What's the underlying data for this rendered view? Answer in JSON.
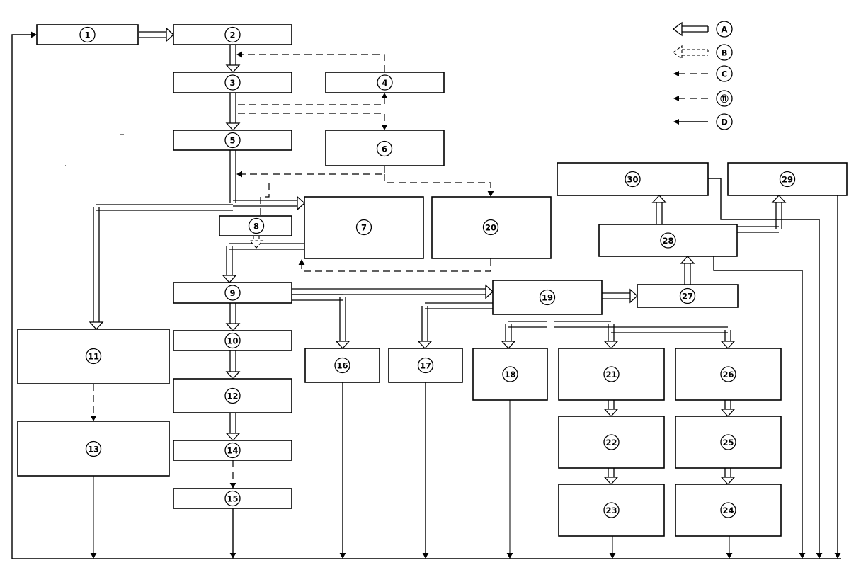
{
  "legend": [
    {
      "style": "hollow-arrow",
      "label": "A"
    },
    {
      "style": "hollow-dashed-arrow",
      "label": "B"
    },
    {
      "style": "dash-dot-arrow",
      "label": "C"
    },
    {
      "style": "dashed-arrow",
      "label": "⑪"
    },
    {
      "style": "solid-arrow",
      "label": "D"
    }
  ],
  "nodes": [
    {
      "id": "1",
      "label": "1"
    },
    {
      "id": "2",
      "label": "2"
    },
    {
      "id": "3",
      "label": "3"
    },
    {
      "id": "4",
      "label": "4"
    },
    {
      "id": "5",
      "label": "5"
    },
    {
      "id": "6",
      "label": "6"
    },
    {
      "id": "7",
      "label": "7"
    },
    {
      "id": "8",
      "label": "8"
    },
    {
      "id": "9",
      "label": "9"
    },
    {
      "id": "10",
      "label": "10"
    },
    {
      "id": "11",
      "label": "11"
    },
    {
      "id": "12",
      "label": "12"
    },
    {
      "id": "13",
      "label": "13"
    },
    {
      "id": "14",
      "label": "14"
    },
    {
      "id": "15",
      "label": "15"
    },
    {
      "id": "16",
      "label": "16"
    },
    {
      "id": "17",
      "label": "17"
    },
    {
      "id": "18",
      "label": "18"
    },
    {
      "id": "19",
      "label": "19"
    },
    {
      "id": "20",
      "label": "20"
    },
    {
      "id": "21",
      "label": "21"
    },
    {
      "id": "22",
      "label": "22"
    },
    {
      "id": "23",
      "label": "23"
    },
    {
      "id": "24",
      "label": "24"
    },
    {
      "id": "25",
      "label": "25"
    },
    {
      "id": "26",
      "label": "26"
    },
    {
      "id": "27",
      "label": "27"
    },
    {
      "id": "28",
      "label": "28"
    },
    {
      "id": "29",
      "label": "29"
    },
    {
      "id": "30",
      "label": "30"
    }
  ],
  "edges": [
    {
      "from": "1",
      "to": "2",
      "style": "A"
    },
    {
      "from": "2",
      "to": "3",
      "style": "A"
    },
    {
      "from": "4",
      "to": "2",
      "style": "C"
    },
    {
      "from": "3",
      "to": "5",
      "style": "A"
    },
    {
      "from": "3",
      "to": "4",
      "style": "C"
    },
    {
      "from": "3",
      "to": "6",
      "style": "C"
    },
    {
      "from": "5",
      "to": "7",
      "style": "A"
    },
    {
      "from": "5",
      "to": "11",
      "style": "A"
    },
    {
      "from": "6",
      "to": "5",
      "style": "C"
    },
    {
      "from": "6",
      "to": "20",
      "style": "C"
    },
    {
      "from": "8",
      "to": "9",
      "style": "B"
    },
    {
      "from": "7",
      "to": "9",
      "style": "A"
    },
    {
      "from": "20",
      "to": "7",
      "style": "C"
    },
    {
      "from": "9",
      "to": "10",
      "style": "A"
    },
    {
      "from": "9",
      "to": "19",
      "style": "A"
    },
    {
      "from": "9",
      "to": "16",
      "style": "A"
    },
    {
      "from": "19",
      "to": "17",
      "style": "A"
    },
    {
      "from": "19",
      "to": "27",
      "style": "A"
    },
    {
      "from": "19",
      "to": "18",
      "style": "A"
    },
    {
      "from": "19",
      "to": "21",
      "style": "A"
    },
    {
      "from": "19",
      "to": "26",
      "style": "A"
    },
    {
      "from": "27",
      "to": "28",
      "style": "A"
    },
    {
      "from": "28",
      "to": "30",
      "style": "A"
    },
    {
      "from": "28",
      "to": "29",
      "style": "A"
    },
    {
      "from": "10",
      "to": "12",
      "style": "A"
    },
    {
      "from": "12",
      "to": "14",
      "style": "A"
    },
    {
      "from": "14",
      "to": "15",
      "style": "11"
    },
    {
      "from": "11",
      "to": "13",
      "style": "11"
    },
    {
      "from": "21",
      "to": "22",
      "style": "A"
    },
    {
      "from": "22",
      "to": "23",
      "style": "A"
    },
    {
      "from": "26",
      "to": "25",
      "style": "A"
    },
    {
      "from": "25",
      "to": "24",
      "style": "A"
    }
  ]
}
